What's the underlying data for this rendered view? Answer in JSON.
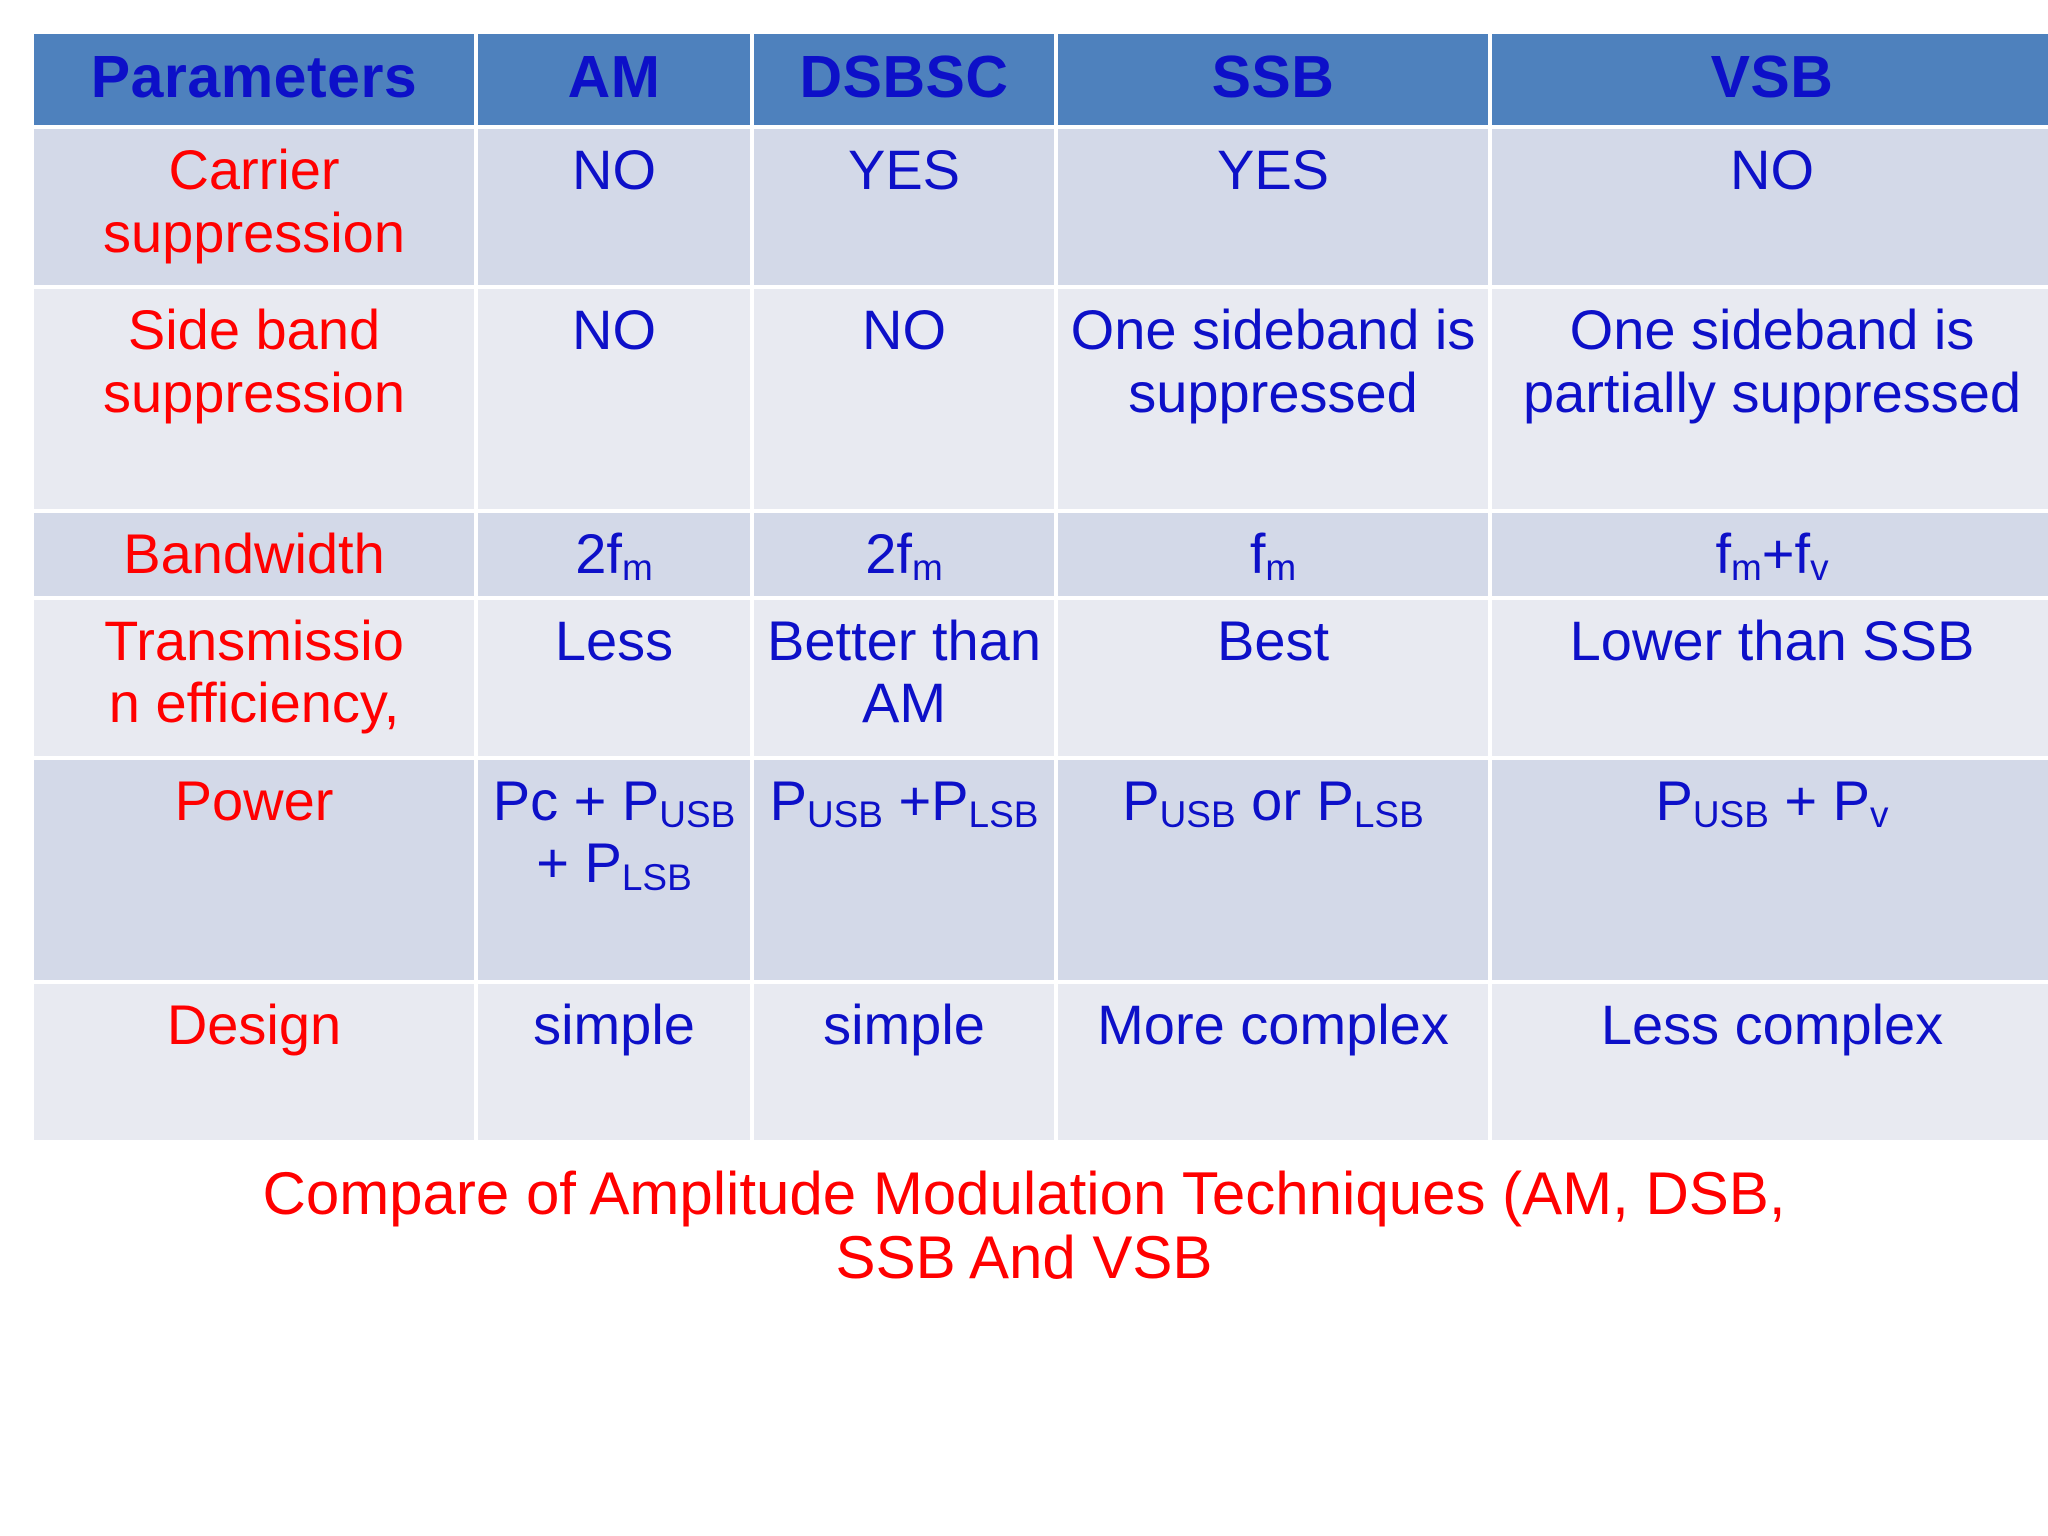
{
  "table": {
    "columns": [
      {
        "key": "parameter",
        "label": "Parameters"
      },
      {
        "key": "am",
        "label": "AM"
      },
      {
        "key": "dsbsc",
        "label": "DSBSC"
      },
      {
        "key": "ssb",
        "label": "SSB"
      },
      {
        "key": "vsb",
        "label": "VSB"
      }
    ],
    "rows": [
      {
        "parameter": "Carrier suppression",
        "am": "NO",
        "dsbsc": "YES",
        "ssb": "YES",
        "vsb": "NO"
      },
      {
        "parameter": "Side band suppression",
        "am": "NO",
        "dsbsc": "NO",
        "ssb": "One sideband is suppressed",
        "vsb": "One sideband is partially suppressed"
      },
      {
        "parameter": "Bandwidth",
        "am": "2fm",
        "am_parts": {
          "base1": "2f",
          "sub1": "m"
        },
        "dsbsc": "2fm",
        "dsbsc_parts": {
          "base1": "2f",
          "sub1": "m"
        },
        "ssb": "fm",
        "ssb_parts": {
          "base1": "f",
          "sub1": "m"
        },
        "vsb": "fm+fv",
        "vsb_parts": {
          "base1": "f",
          "sub1": "m",
          "mid": "+f",
          "sub2": "v"
        }
      },
      {
        "parameter": "Transmissio n efficiency,",
        "parameter_line1": "Transmissio",
        "parameter_line2": "n efficiency,",
        "am": "Less",
        "dsbsc": "Better than AM",
        "ssb": "Best",
        "vsb": "Lower than SSB"
      },
      {
        "parameter": "Power",
        "am": "Pc + PUSB + PLSB",
        "dsbsc": "PUSB +PLSB",
        "ssb": "PUSB or PLSB",
        "vsb": "PUSB + Pv"
      },
      {
        "parameter": "Design",
        "am": "simple",
        "dsbsc": "simple",
        "ssb": "More complex",
        "vsb": "Less complex"
      }
    ]
  },
  "caption": {
    "line1": "Compare of  Amplitude Modulation Techniques (AM, DSB,",
    "line2": "SSB And VSB"
  },
  "colors": {
    "header_bg": "#4E81BD",
    "header_text": "#0D10C8",
    "cell_text": "#0D10C8",
    "parameter_text": "#FF0000",
    "caption_text": "#FF0000",
    "row_band_a": "#D3D9E8",
    "row_band_b": "#E8EAF1",
    "page_bg": "#FFFFFF"
  }
}
